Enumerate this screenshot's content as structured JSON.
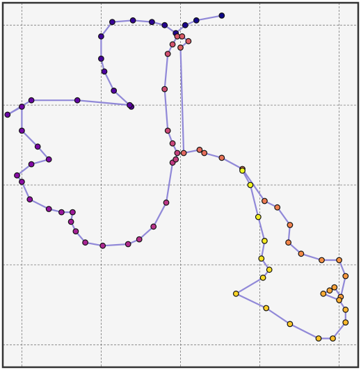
{
  "chart_data": {
    "type": "scatter",
    "title": "",
    "xlabel": "",
    "ylabel": "",
    "grid": true,
    "legend": "none",
    "axes_visible": false,
    "xlim": [
      -11.2,
      11.2
    ],
    "ylim": [
      -11.4,
      11.4
    ],
    "grid_x": [
      -10,
      -5,
      0,
      5,
      10
    ],
    "grid_y": [
      -10,
      -5,
      0,
      5,
      10
    ],
    "line_color": "#9088d8",
    "marker_edge": "#111111",
    "colormap": "plasma",
    "frame_color": "#333333",
    "background": "#f5f5f5",
    "x": [
      2.6,
      1.0,
      0.3,
      -0.3,
      -1.0,
      -1.8,
      -3.0,
      -4.3,
      -5.0,
      -5.0,
      -4.8,
      -4.2,
      -3.1,
      -3.2,
      -6.5,
      -9.4,
      -10.9,
      -10.0,
      -10.0,
      -9.0,
      -8.3,
      -9.4,
      -10.3,
      -10.0,
      -9.5,
      -8.3,
      -7.5,
      -6.8,
      -6.9,
      -6.6,
      -6.0,
      -4.9,
      -3.3,
      -2.6,
      -1.7,
      -0.9,
      -0.5,
      -0.3,
      -0.2,
      -0.5,
      -0.8,
      -1.0,
      -0.8,
      -0.5,
      -0.2,
      0.1,
      0.5,
      0.0,
      0.2,
      1.2,
      1.5,
      2.6,
      3.9,
      5.3,
      6.1,
      6.9,
      6.8,
      7.6,
      8.9,
      10.0,
      10.4,
      10.1,
      9.7,
      9.4,
      9.0,
      10.0,
      10.4,
      10.4,
      9.6,
      8.7,
      6.9,
      5.4,
      3.5,
      5.2,
      5.6,
      5.1,
      5.3,
      4.9,
      4.4,
      3.9
    ],
    "y": [
      10.6,
      10.3,
      10.0,
      9.5,
      10.0,
      10.2,
      10.3,
      10.2,
      9.3,
      7.9,
      7.1,
      5.9,
      4.9,
      5.0,
      5.3,
      5.3,
      4.4,
      4.9,
      3.4,
      2.4,
      1.6,
      1.3,
      0.6,
      0.2,
      -0.9,
      -1.5,
      -1.7,
      -1.7,
      -2.3,
      -2.9,
      -3.6,
      -3.8,
      -3.7,
      -3.4,
      -2.6,
      -1.1,
      1.4,
      1.6,
      2.0,
      2.6,
      3.4,
      6.0,
      8.2,
      8.8,
      9.3,
      9.3,
      9.0,
      8.6,
      2.0,
      2.2,
      2.0,
      1.7,
      1.0,
      -1.0,
      -1.4,
      -2.5,
      -3.6,
      -4.3,
      -4.7,
      -4.7,
      -5.7,
      -7.0,
      -6.4,
      -6.6,
      -6.8,
      -7.2,
      -7.8,
      -8.6,
      -9.6,
      -9.6,
      -8.7,
      -7.7,
      -6.8,
      -5.8,
      -5.3,
      -4.6,
      -3.5,
      -2.0,
      0.0,
      0.9
    ]
  }
}
